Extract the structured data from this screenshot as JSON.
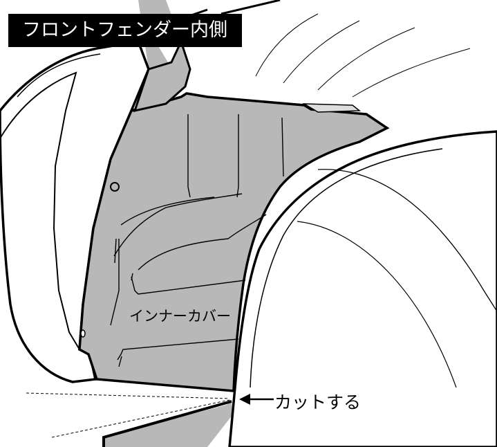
{
  "title": "フロントフェンダー内側",
  "labels": {
    "inner_cover": "インナーカバー",
    "cut": "カットする"
  },
  "colors": {
    "inner_cover_fill": "#b8b8b8",
    "line": "#000000",
    "title_bg": "#000000",
    "title_text": "#ffffff"
  },
  "icons": {
    "cut_pointer": "arrow-left-icon"
  }
}
